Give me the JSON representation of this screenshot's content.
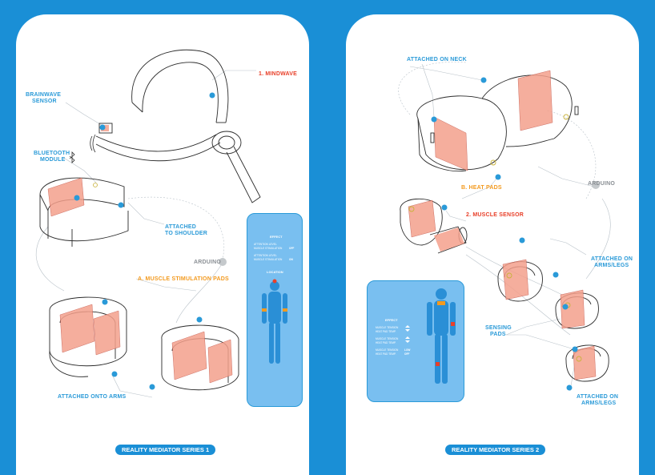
{
  "colors": {
    "page_bg": "#1a8fd6",
    "panel_bg": "#ffffff",
    "label_blue": "#2a9ad8",
    "label_red": "#e8402a",
    "label_orange": "#f39a1f",
    "pad_fill": "#f4a08c",
    "card_fill": "#79bff0"
  },
  "left": {
    "labels": {
      "mindwave": "1. MINDWAVE",
      "brainwave_1": "BRAINWAVE",
      "brainwave_2": "SENSOR",
      "bluetooth_1": "BLUETOOTH",
      "bluetooth_2": "MODULE",
      "shoulder_1": "ATTACHED",
      "shoulder_2": "TO SHOULDER",
      "arduino": "ARDUINO",
      "pads": "A. MUSCLE STIMULATION PADS",
      "arms": "ATTACHED ONTO ARMS"
    },
    "card": {
      "effect_title": "EFFECT",
      "rows": [
        "ATTENTION LEVEL",
        "MUSCLE STIMULATION",
        "ATTENTION LEVEL",
        "MUSCLE STIMULATION"
      ],
      "values": [
        "OFF",
        "ON"
      ],
      "location_title": "LOCATION"
    },
    "series_label": "REALITY MEDIATOR SERIES 1"
  },
  "right": {
    "labels": {
      "neck": "ATTACHED ON NECK",
      "heat_pads": "B. HEAT PADS",
      "arduino": "ARDUINO",
      "muscle_sensor": "2. MUSCLE SENSOR",
      "arms_legs_top_1": "ATTACHED ON",
      "arms_legs_top_2": "ARMS/LEGS",
      "sensing_1": "SENSING",
      "sensing_2": "PADS",
      "arms_legs_bottom_1": "ATTACHED ON",
      "arms_legs_bottom_2": "ARMS/LEGS"
    },
    "card": {
      "effect_title": "EFFECT",
      "rows": [
        "MUSCLE TENSION",
        "HEAT PAD TEMP.",
        "MUSCLE TENSION",
        "HEAT PAD TEMP.",
        "MUSCLE TENSION",
        "HEAT PAD TEMP."
      ],
      "values": [
        "LOW",
        "OFF"
      ]
    },
    "series_label": "REALITY MEDIATOR SERIES 2"
  }
}
